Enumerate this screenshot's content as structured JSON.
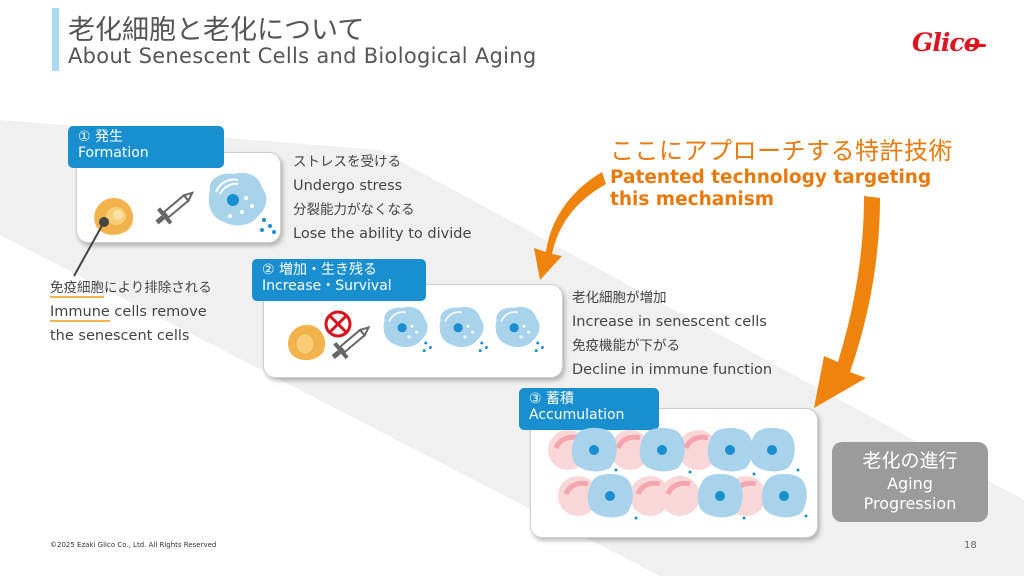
{
  "header": {
    "title_jp": "老化細胞と老化について",
    "title_en": "About Senescent Cells and Biological Aging",
    "logo_text": "Glico"
  },
  "stages": [
    {
      "tag_jp": "① 発生",
      "tag_en": "Formation",
      "desc": [
        "ストレスを受ける",
        "Undergo stress",
        "分裂能力がなくなる",
        "Lose the ability to divide"
      ]
    },
    {
      "tag_jp": "② 増加・生き残る",
      "tag_en": "Increase・Survival",
      "desc": [
        "老化細胞が増加",
        "Increase in senescent cells",
        "免疫機能が下がる",
        "Decline in immune function"
      ]
    },
    {
      "tag_jp": "③ 蓄積",
      "tag_en": "Accumulation"
    }
  ],
  "immune_note": {
    "jp_underlined": "免疫細胞",
    "jp_rest": "により排除される",
    "en_underlined": "Immune",
    "en_rest_line1": " cells remove",
    "en_line2": "the senescent cells"
  },
  "patent": {
    "jp": "ここにアプローチする特許技術",
    "en_line1": "Patented technology targeting",
    "en_line2": "this mechanism"
  },
  "aging": {
    "jp": "老化の進行",
    "en_line1": "Aging",
    "en_line2": "Progression"
  },
  "footer": {
    "copyright": "©2025 Ezaki Glico Co., Ltd. All Rights Reserved",
    "page_number": "18"
  },
  "colors": {
    "accent_blue": "#1a8fd0",
    "accent_orange": "#e8790b",
    "brand_red": "#e0141e",
    "senescent_cell": "#a9d3ea",
    "immune_cell": "#f2b24c",
    "normal_cell": "#f4b8bd"
  }
}
